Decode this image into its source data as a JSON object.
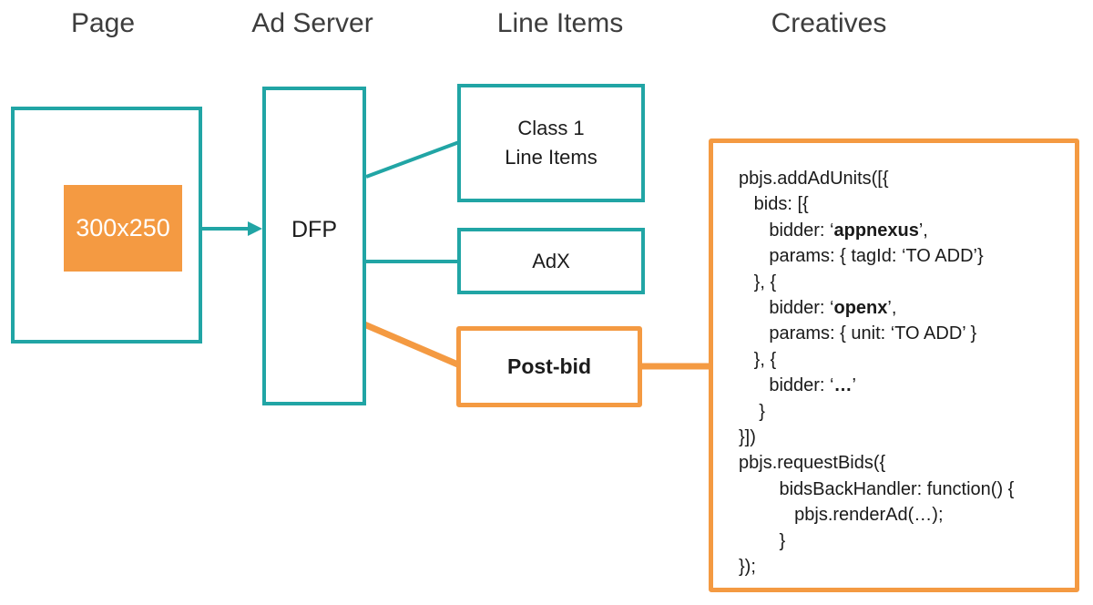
{
  "colors": {
    "teal": "#21A5A5",
    "orange": "#F49A42",
    "header_text": "#3D3D3D",
    "label_text": "#1C1C1C",
    "code_text": "#1A1A1A",
    "ad_slot_text": "#FFFFFF"
  },
  "headers": {
    "page": "Page",
    "ad_server": "Ad Server",
    "line_items": "Line Items",
    "creatives": "Creatives"
  },
  "boxes": {
    "ad_slot": "300x250",
    "dfp": "DFP",
    "class1_line1": "Class 1",
    "class1_line2": "Line Items",
    "adx": "AdX",
    "postbid": "Post-bid"
  },
  "code": {
    "lines": [
      [
        {
          "t": "pbjs.addAdUnits([{",
          "b": false
        }
      ],
      [
        {
          "t": "   bids: [{",
          "b": false
        }
      ],
      [
        {
          "t": "      bidder: ‘",
          "b": false
        },
        {
          "t": "appnexus",
          "b": true
        },
        {
          "t": "’,",
          "b": false
        }
      ],
      [
        {
          "t": "      params: { tagId: ‘TO ADD’}",
          "b": false
        }
      ],
      [
        {
          "t": "   }, {",
          "b": false
        }
      ],
      [
        {
          "t": "      bidder: ‘",
          "b": false
        },
        {
          "t": "openx",
          "b": true
        },
        {
          "t": "’,",
          "b": false
        }
      ],
      [
        {
          "t": "      params: { unit: ‘TO ADD’ }",
          "b": false
        }
      ],
      [
        {
          "t": "   }, {",
          "b": false
        }
      ],
      [
        {
          "t": "      bidder: ‘",
          "b": false
        },
        {
          "t": "…",
          "b": true
        },
        {
          "t": "’",
          "b": false
        }
      ],
      [
        {
          "t": "    }",
          "b": false
        }
      ],
      [
        {
          "t": "}])",
          "b": false
        }
      ],
      [
        {
          "t": "pbjs.requestBids({",
          "b": false
        }
      ],
      [
        {
          "t": "        bidsBackHandler: function() {",
          "b": false
        }
      ],
      [
        {
          "t": "           pbjs.renderAd(…);",
          "b": false
        }
      ],
      [
        {
          "t": "        }",
          "b": false
        }
      ],
      [
        {
          "t": "});",
          "b": false
        }
      ]
    ]
  }
}
